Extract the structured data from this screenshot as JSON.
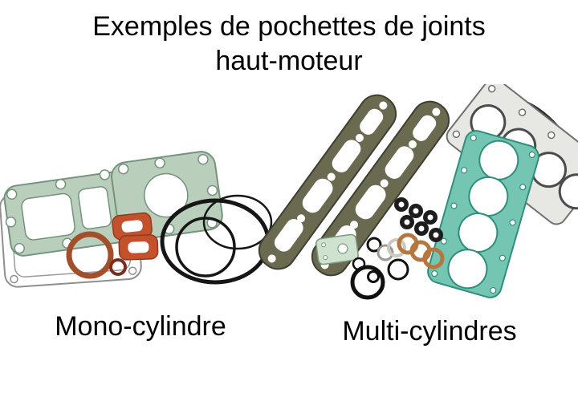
{
  "title": {
    "line1": "Exemples de pochettes de joints",
    "line2": "haut-moteur"
  },
  "captions": {
    "mono": "Mono-cylindre",
    "multi": "Multi-cylindres"
  },
  "photo": {
    "description": "Photo de deux pochettes de joints haut-moteur : kit mono-cylindre et kit multi-cylindres",
    "colors": {
      "gasket_green": "#b9cfbc",
      "gasket_teal": "#74c6b3",
      "gasket_orange": "#c3512c",
      "washer_copper": "#a34f2b",
      "valve_cover_dark": "#6a6a50",
      "head_gasket_grey": "#e7e7e3",
      "oring_black": "#161616"
    }
  },
  "page": {
    "background": "#ffffff",
    "text_color": "#000000"
  }
}
